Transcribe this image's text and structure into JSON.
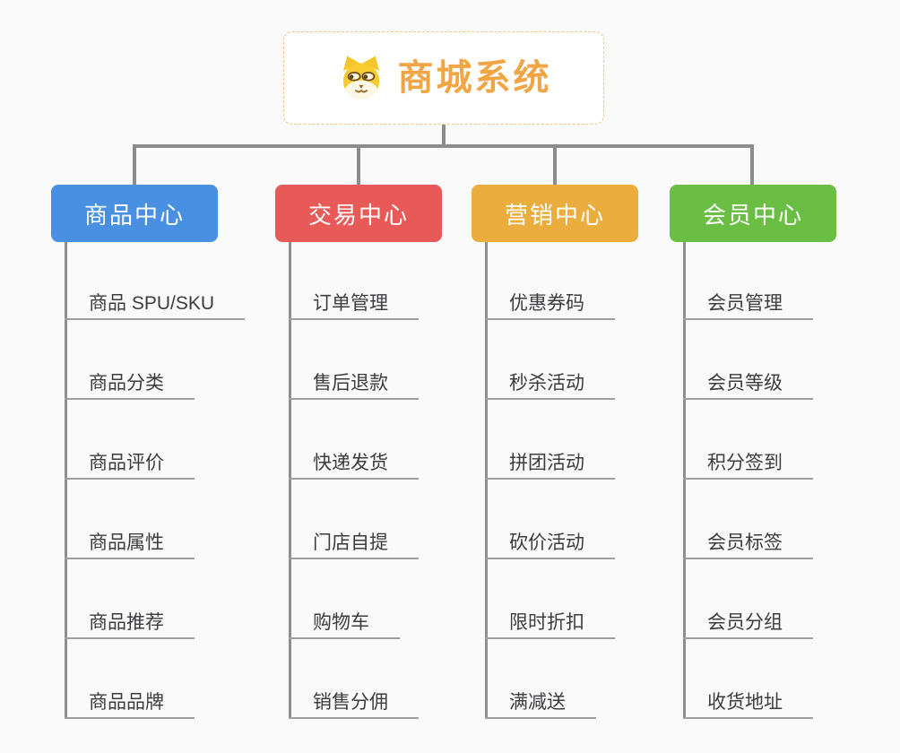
{
  "page": {
    "background": "#FAFAFA"
  },
  "root": {
    "label": "商城系统",
    "icon": "dog-face-icon",
    "text_color": "#F0A644",
    "border_color": "#F2C488"
  },
  "connector_color": "#8C8C8C",
  "branches": [
    {
      "label": "商品中心",
      "color": "#4A90E2",
      "items": [
        "商品 SPU/SKU",
        "商品分类",
        "商品评价",
        "商品属性",
        "商品推荐",
        "商品品牌"
      ]
    },
    {
      "label": "交易中心",
      "color": "#E85A58",
      "items": [
        "订单管理",
        "售后退款",
        "快递发货",
        "门店自提",
        "购物车",
        "销售分佣"
      ]
    },
    {
      "label": "营销中心",
      "color": "#EBAE3E",
      "items": [
        "优惠券码",
        "秒杀活动",
        "拼团活动",
        "砍价活动",
        "限时折扣",
        "满减送"
      ]
    },
    {
      "label": "会员中心",
      "color": "#6BBE44",
      "items": [
        "会员管理",
        "会员等级",
        "积分签到",
        "会员标签",
        "会员分组",
        "收货地址"
      ]
    }
  ]
}
